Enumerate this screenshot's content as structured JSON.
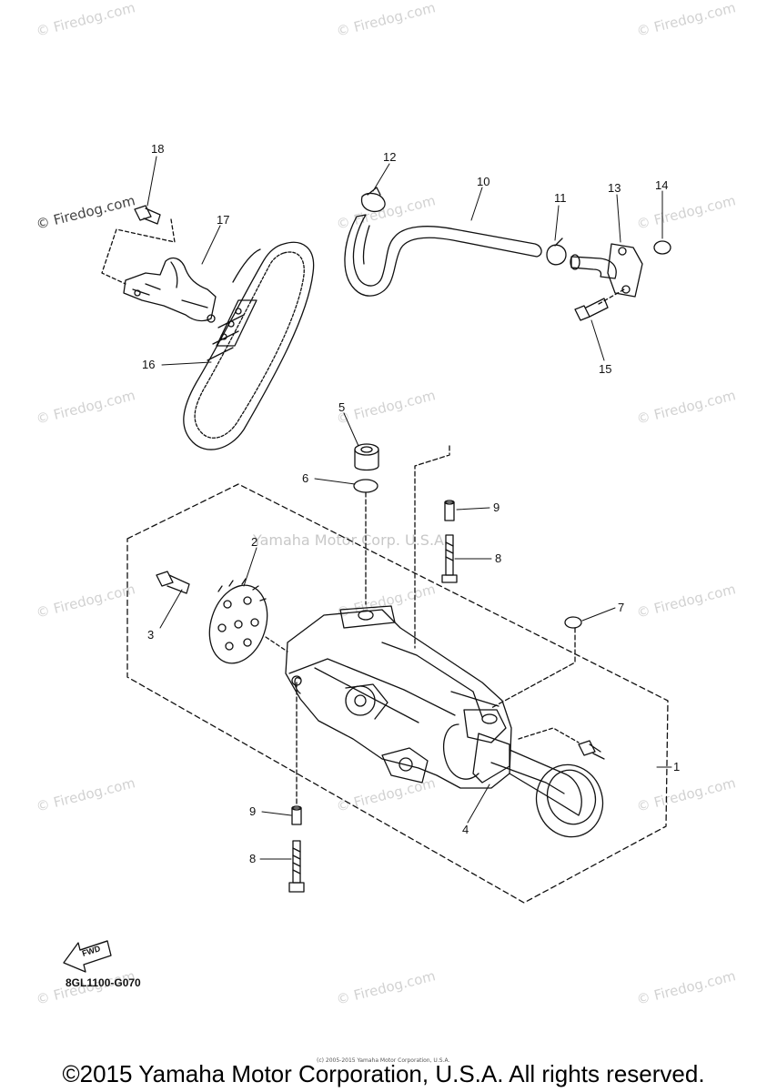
{
  "watermark": "© Firedog.com",
  "brand_watermark": "Yamaha Motor Corp. U.S.A.",
  "diagram_code": "8GL1100-G070",
  "fwd_label": "FWD",
  "tiny_notice": "(c) 2005-2015 Yamaha Motor Corporation, U.S.A.",
  "copyright": "©2015 Yamaha Motor Corporation, U.S.A. All rights reserved.",
  "callouts": {
    "c1": "1",
    "c2": "2",
    "c3": "3",
    "c4": "4",
    "c5": "5",
    "c6": "6",
    "c7": "7",
    "c8a": "8",
    "c8b": "8",
    "c9a": "9",
    "c9b": "9",
    "c10": "10",
    "c11": "11",
    "c12": "12",
    "c13": "13",
    "c14": "14",
    "c15": "15",
    "c16": "16",
    "c17": "17",
    "c18": "18"
  }
}
